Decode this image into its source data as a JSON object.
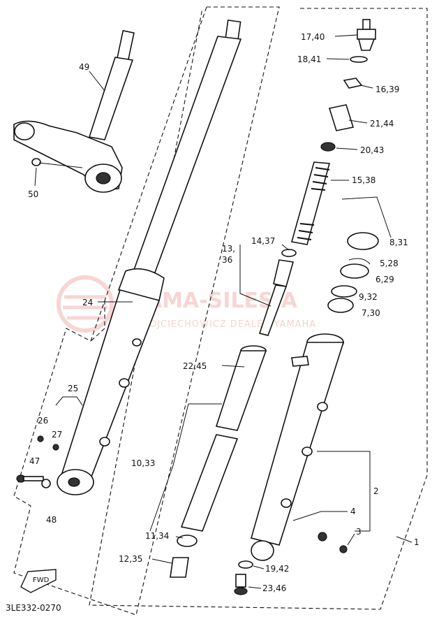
{
  "diagram": {
    "code": "3LE332-0270",
    "fwd_mark": "FWD",
    "watermark": {
      "line1": "YAMA-SILESIA",
      "line2": "WOJCIECHOWICZ DEALER YAMAHA"
    },
    "labels": {
      "p49": "49",
      "p50": "50",
      "p24": "24",
      "p25": "25",
      "p26": "26",
      "p27": "27",
      "p47": "47",
      "p48": "48",
      "p17_40": "17,40",
      "p18_41": "18,41",
      "p16_39": "16,39",
      "p21_44": "21,44",
      "p20_43": "20,43",
      "p15_38": "15,38",
      "p13": "13,",
      "p36": "36",
      "p14_37": "14,37",
      "p8_31": "8,31",
      "p5_28": "5,28",
      "p6_29": "6,29",
      "p9_32": "9,32",
      "p7_30": "7,30",
      "p22_45": "22,45",
      "p10_33": "10,33",
      "p11_34": "11,34",
      "p12_35": "12,35",
      "p19_42": "19,42",
      "p23_46": "23,46",
      "p2": "2",
      "p4": "4",
      "p3": "3",
      "p1": "1"
    }
  }
}
